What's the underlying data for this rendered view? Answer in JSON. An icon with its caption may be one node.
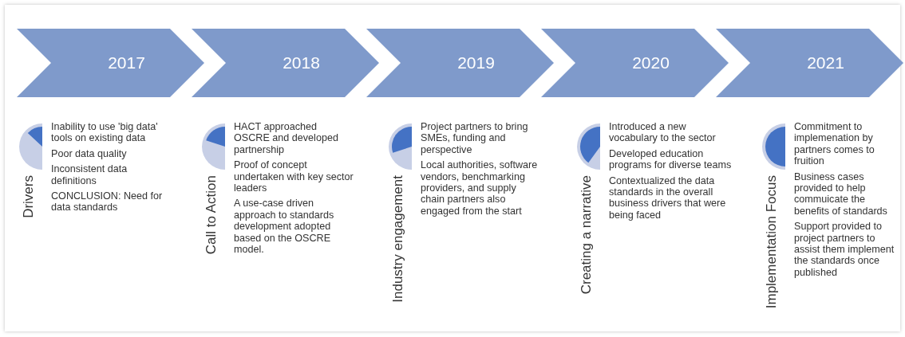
{
  "diagram": {
    "nodes": [
      {
        "text": [
          "2017"
        ]
      },
      {
        "text": [
          "2018"
        ]
      },
      {
        "text": [
          "2019"
        ]
      },
      {
        "text": [
          "2020"
        ]
      },
      {
        "text": [
          "2021"
        ]
      },
      {
        "text": [
          "Drivers",
          "Inability to use 'big data' tools on existing data",
          "Poor data quality",
          "Inconsistent data definitions",
          "CONCLUSION: Need for data standards"
        ]
      },
      {
        "text": [
          "Call to Action",
          "HACT approached OSCRE and developed partnership",
          "Proof of concept undertaken with key sector leaders",
          "A use-case driven approach to standards development adopted based on the OSCRE model."
        ]
      },
      {
        "text": [
          "Industry engagement",
          "Project partners to bring SMEs, funding and perspective",
          "Local authorities, software vendors, benchmarking providers, and supply chain partners also engaged from the start"
        ]
      },
      {
        "text": [
          "Creating a narrative",
          "Introduced a new vocabulary to the sector",
          "Developed education programs for diverse teams",
          "Contextualized the data standards in the overall business drivers that were being faced"
        ]
      },
      {
        "text": [
          "Implementation Focus",
          "Commitment to implemenation by partners comes to fruition",
          "Business cases provided to help commuicate the benefits of standards",
          "Support provided to project partners to assist them implement the standards once published"
        ]
      }
    ]
  }
}
